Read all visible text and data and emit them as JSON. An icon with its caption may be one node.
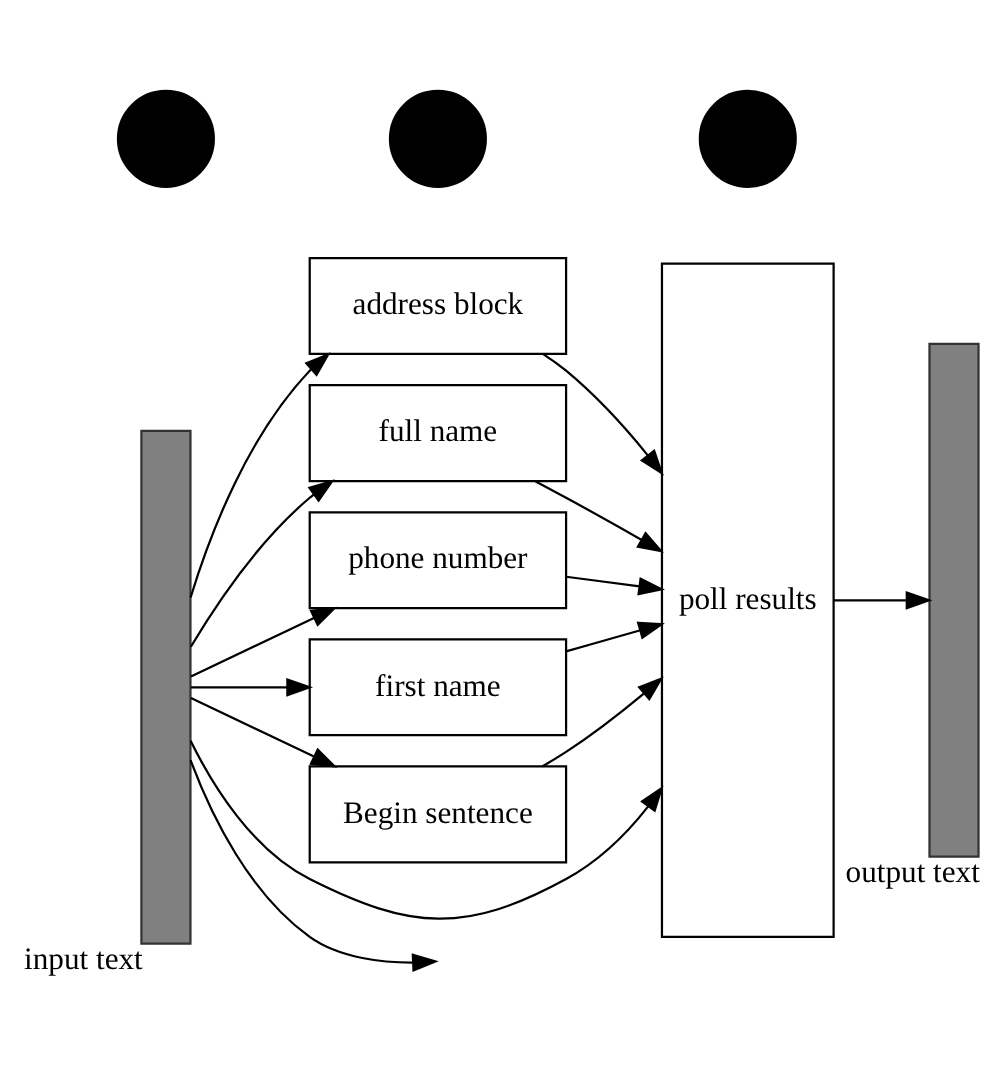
{
  "diagram": {
    "nodes": [
      {
        "text": [],
        "shape": "bar",
        "beside": [
          "input text"
        ]
      },
      {
        "text": [
          "address block"
        ]
      },
      {
        "text": [
          "full name"
        ]
      },
      {
        "text": [
          "phone number"
        ]
      },
      {
        "text": [
          "first name"
        ]
      },
      {
        "text": [
          "Begin sentence"
        ]
      },
      {
        "text": [
          "poll results"
        ]
      },
      {
        "text": [],
        "shape": "bar",
        "beside": [
          "output text"
        ]
      },
      {
        "text": [],
        "shape": "circle"
      },
      {
        "text": [],
        "shape": "circle"
      },
      {
        "text": [],
        "shape": "circle"
      }
    ],
    "edges": [
      {
        "from": 0,
        "to": 6,
        "arrow": "to"
      },
      {
        "from": 0,
        "to": 1,
        "arrow": "to"
      },
      {
        "from": 0,
        "to": 2,
        "arrow": "to"
      },
      {
        "from": 0,
        "to": 3,
        "arrow": "to"
      },
      {
        "from": 0,
        "to": 4,
        "arrow": "to"
      },
      {
        "from": 0,
        "to": 5,
        "arrow": "to"
      },
      {
        "from": 0,
        "to": null,
        "arrow": "to"
      },
      {
        "from": 1,
        "to": 6,
        "arrow": "to"
      },
      {
        "from": 2,
        "to": 6,
        "arrow": "to"
      },
      {
        "from": 3,
        "to": 6,
        "arrow": "to"
      },
      {
        "from": 4,
        "to": 6,
        "arrow": "to"
      },
      {
        "from": 5,
        "to": 6,
        "arrow": "to"
      },
      {
        "from": 6,
        "to": 7,
        "arrow": "to"
      }
    ]
  }
}
